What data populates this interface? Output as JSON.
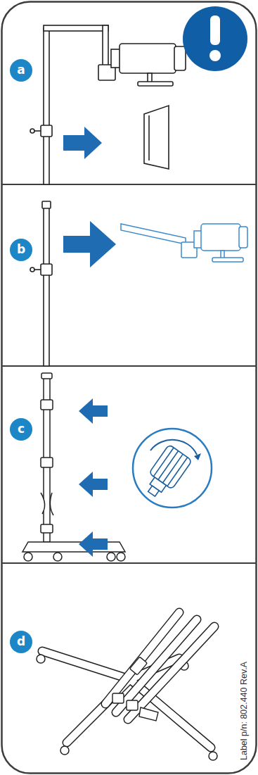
{
  "diagram": {
    "nodes": [
      {
        "text": [
          "a"
        ]
      },
      {
        "text": [
          "b"
        ]
      },
      {
        "text": [
          "c"
        ]
      },
      {
        "text": [
          "d"
        ]
      }
    ],
    "labels": [
      "Label p/n: 802.440 Rev.A"
    ]
  }
}
